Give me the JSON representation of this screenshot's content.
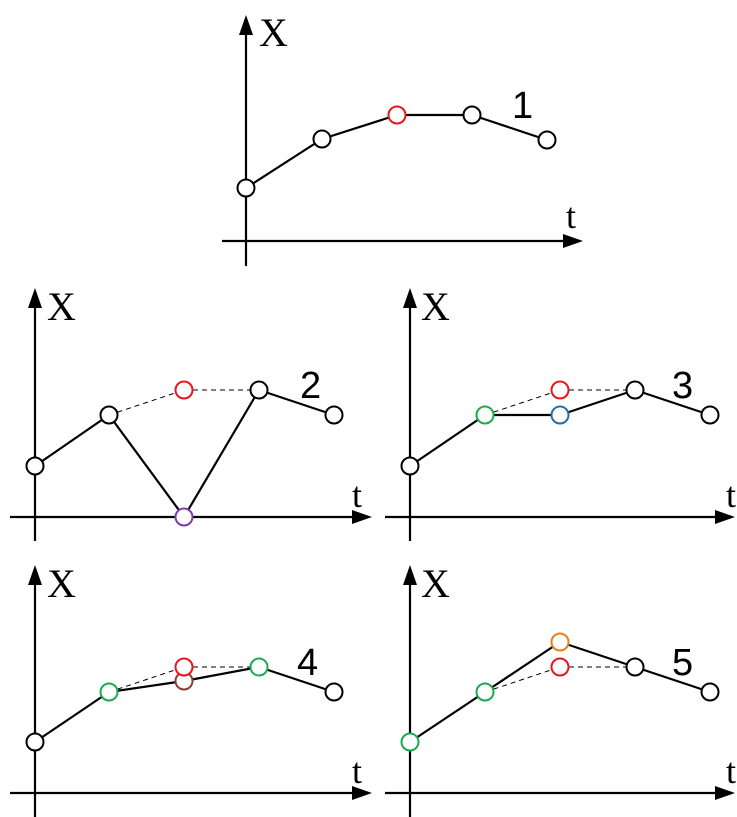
{
  "axis_labels": {
    "vertical": "X",
    "horizontal": "t"
  },
  "colors": {
    "default": "#000000",
    "red": "#e8161b",
    "purple": "#7a3fa6",
    "green": "#1aab4f",
    "blue": "#1f6fae",
    "brown": "#8b3f33",
    "orange": "#e57f20"
  },
  "panels": [
    {
      "id": "1",
      "label": "1"
    },
    {
      "id": "2",
      "label": "2"
    },
    {
      "id": "3",
      "label": "3"
    },
    {
      "id": "4",
      "label": "4"
    },
    {
      "id": "5",
      "label": "5"
    }
  ]
}
